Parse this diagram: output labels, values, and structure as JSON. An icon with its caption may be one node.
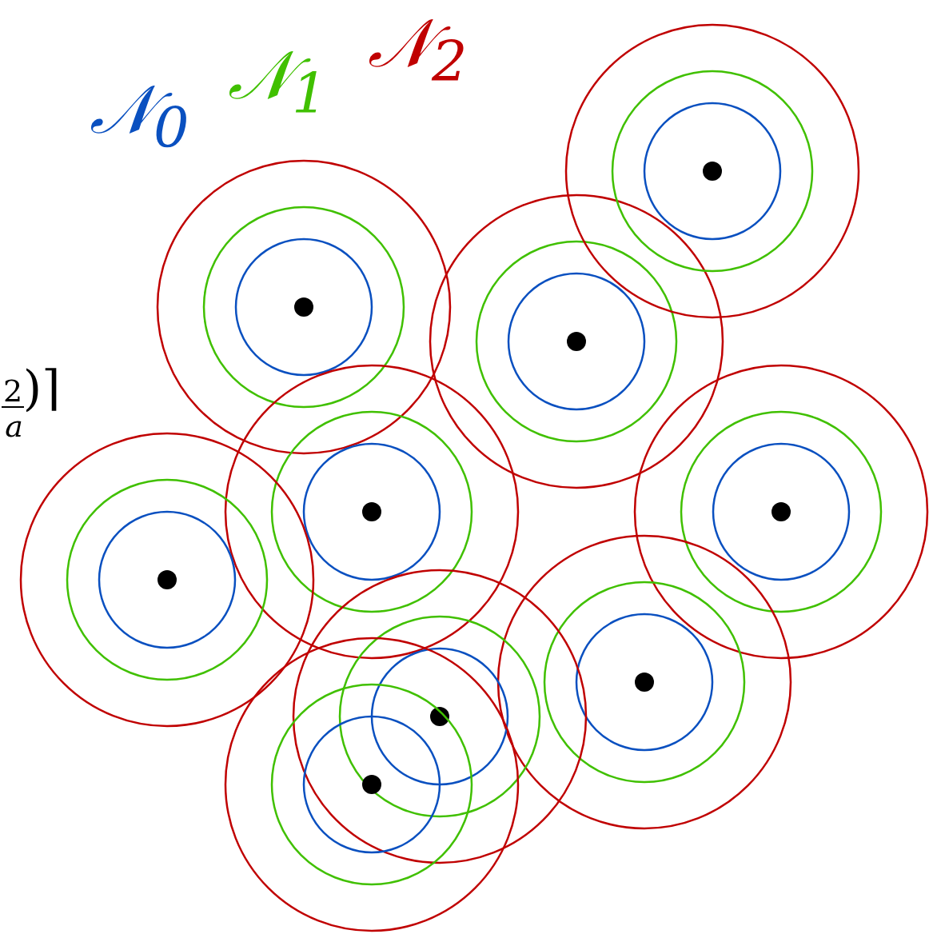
{
  "diagram": {
    "labels": [
      "𝒩$_{0}$",
      "𝒩$_{1}$",
      "𝒩$_{2}$",
      "$^{2}$$_{a}$)⌉"
    ]
  }
}
